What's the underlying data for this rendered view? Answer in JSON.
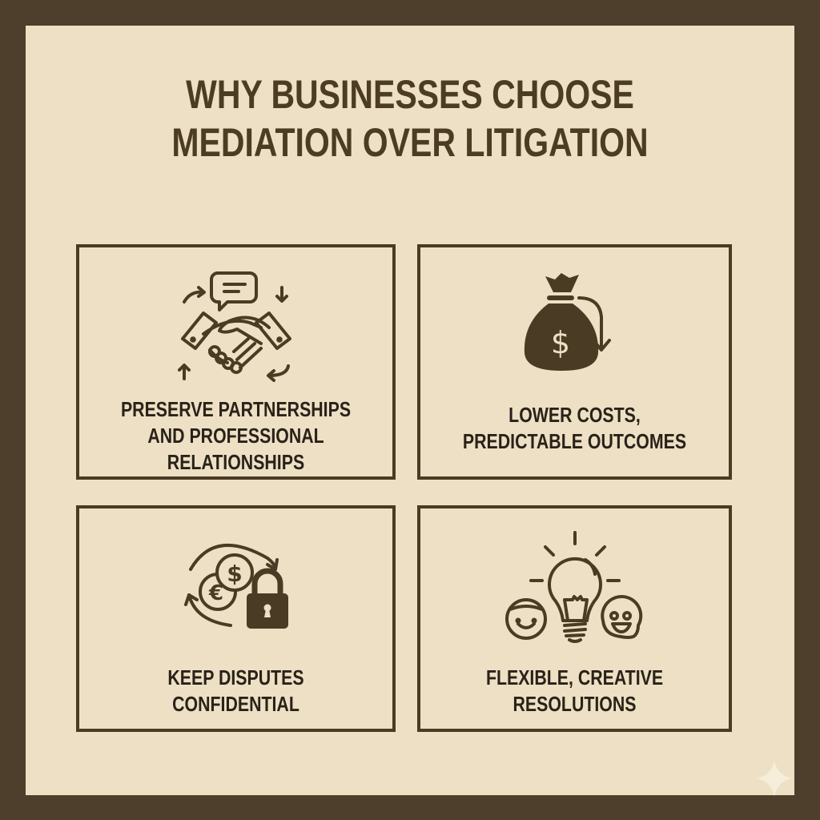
{
  "title": {
    "line1": "WHY BUSINESSES CHOOSE",
    "line2": "MEDIATION OVER LITIGATION"
  },
  "colors": {
    "frame": "#4d3f2b",
    "panel": "#ede0c4",
    "ink": "#4a3b24",
    "text": "#2a2219"
  },
  "cards": [
    {
      "icon": "handshake-icon",
      "lines": [
        "PRESERVE PARTNERSHIPS",
        "AND PROFESSIONAL",
        "RELATIONSHIPS"
      ]
    },
    {
      "icon": "money-bag-icon",
      "lines": [
        "LOWER COSTS,",
        "PREDICTABLE OUTCOMES"
      ]
    },
    {
      "icon": "coins-lock-icon",
      "lines": [
        "KEEP DISPUTES",
        "CONFIDENTIAL"
      ]
    },
    {
      "icon": "lightbulb-faces-icon",
      "lines": [
        "FLEXIBLE, CREATIVE",
        "RESOLUTIONS"
      ]
    }
  ],
  "watermark": "sparkle-icon"
}
